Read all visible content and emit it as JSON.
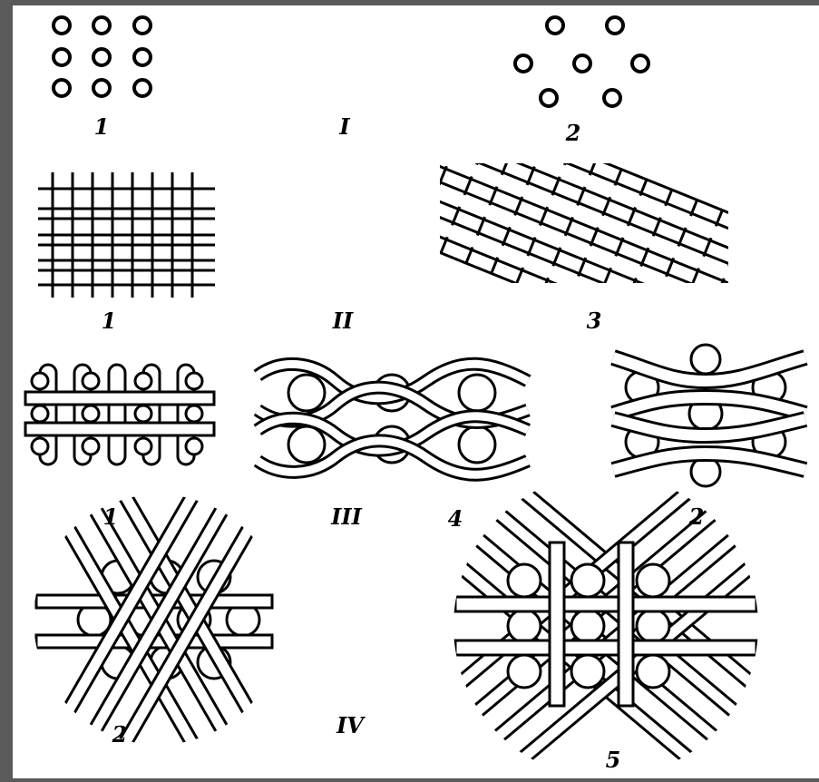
{
  "labels": {
    "g1_a": "1",
    "g1_roman": "I",
    "g1_b": "2",
    "g2_a": "1",
    "g2_roman": "II",
    "g2_b": "3",
    "g3_a": "1",
    "g3_roman": "III",
    "g3_b": "4",
    "g3_c": "2",
    "g4_a": "2",
    "g4_roman": "IV",
    "g4_b": "5"
  },
  "colors": {
    "ink": "#000000",
    "paper": "#ffffff",
    "frame": "#5a5a5a"
  }
}
